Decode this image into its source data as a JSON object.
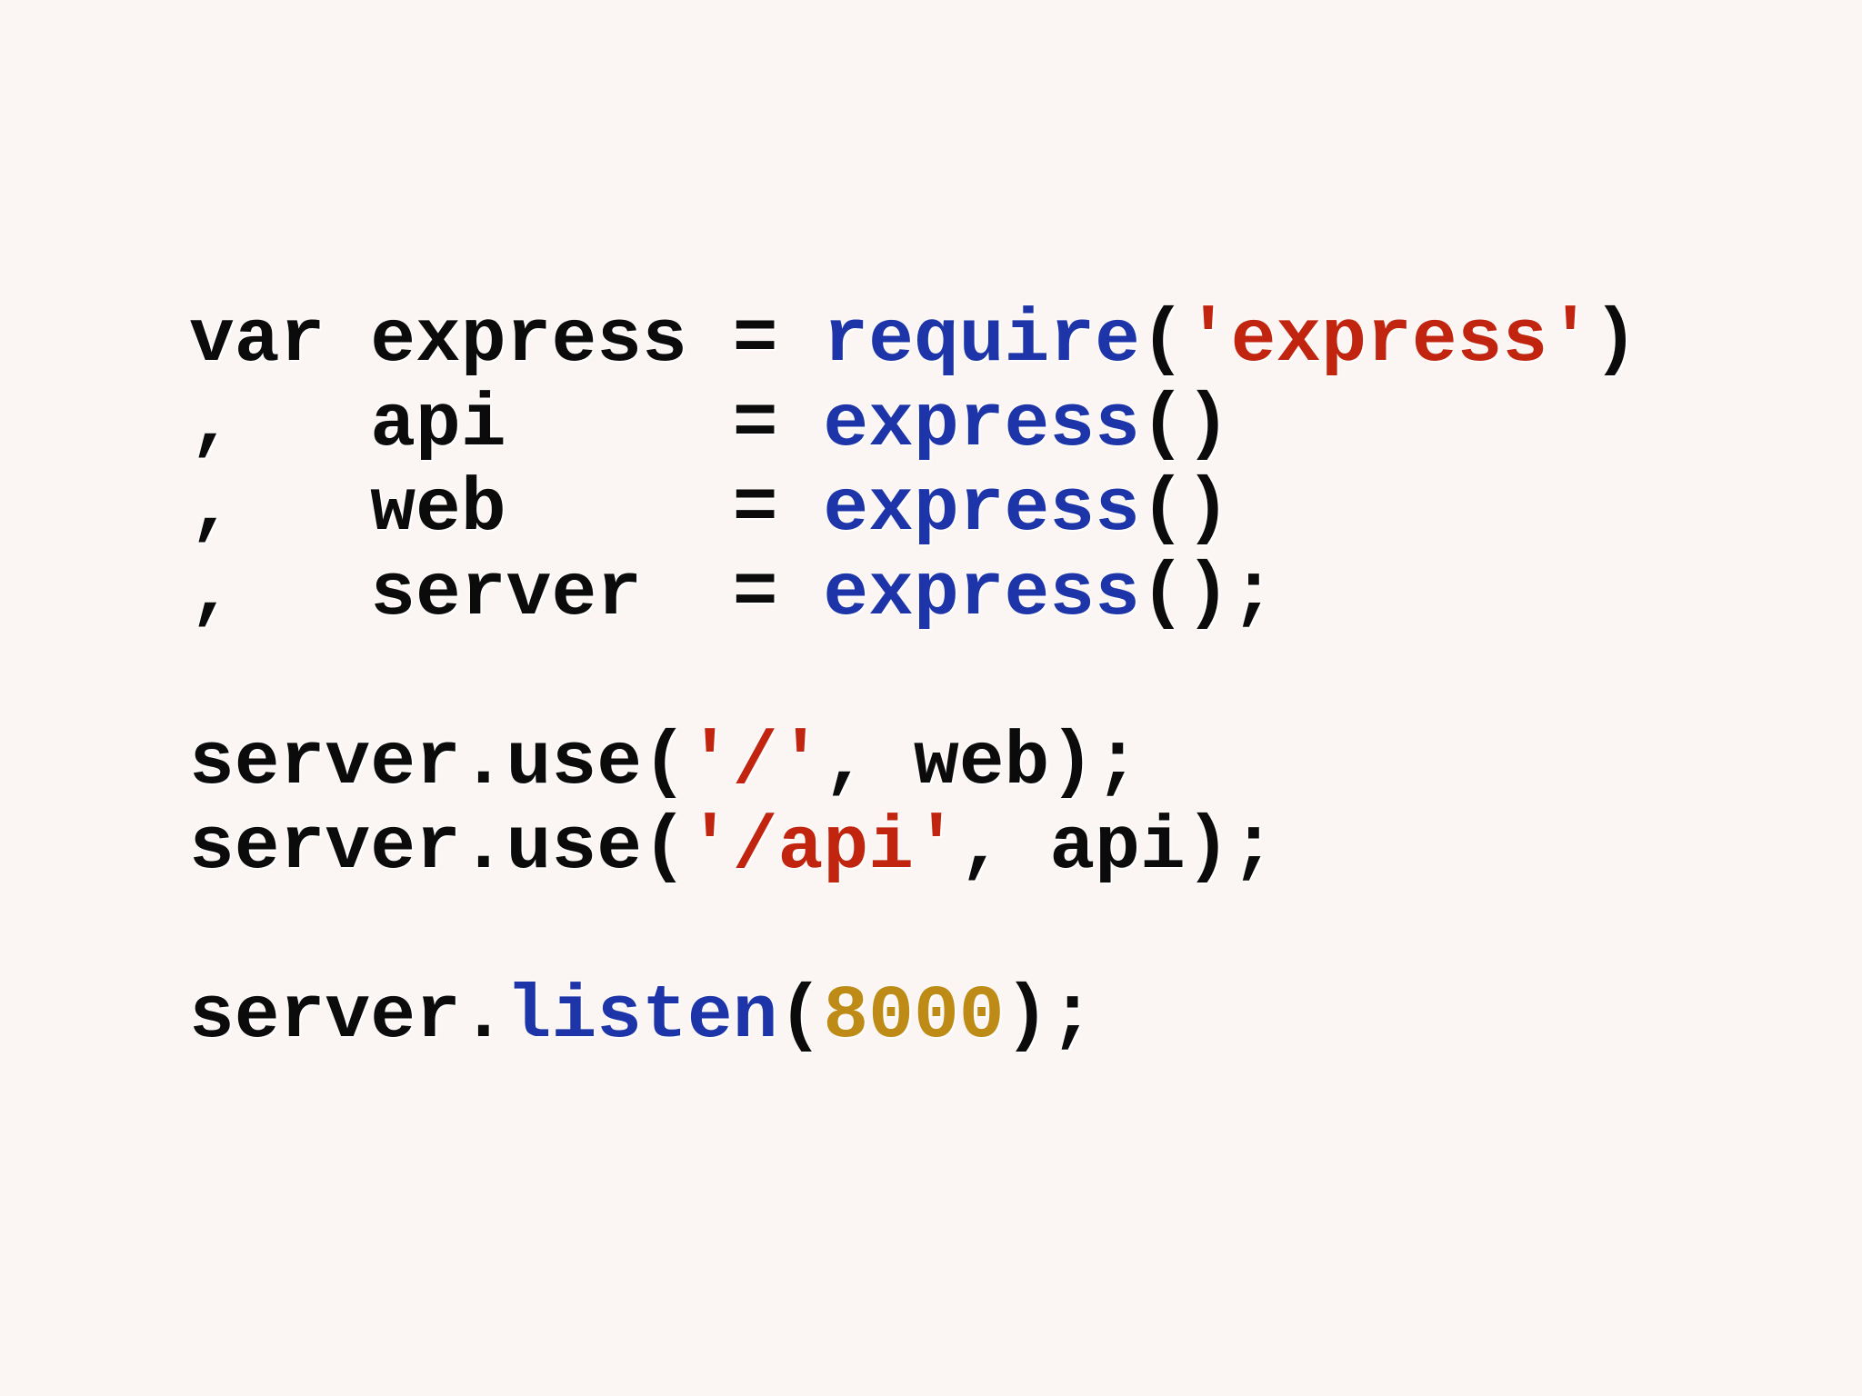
{
  "page": {
    "background": "#fbf6f3"
  },
  "colors": {
    "plain_text": "#0b0b0b",
    "function_call": "#1d35a8",
    "string_literal": "#c2250f",
    "number_literal": "#bd8b16"
  },
  "code": {
    "language": "javascript",
    "lines": [
      {
        "tokens": [
          {
            "text": "var express = ",
            "type": "plain"
          },
          {
            "text": "require",
            "type": "fn"
          },
          {
            "text": "(",
            "type": "plain"
          },
          {
            "text": "'express'",
            "type": "str"
          },
          {
            "text": ")",
            "type": "plain"
          }
        ]
      },
      {
        "tokens": [
          {
            "text": ",   api     = ",
            "type": "plain"
          },
          {
            "text": "express",
            "type": "fn"
          },
          {
            "text": "()",
            "type": "plain"
          }
        ]
      },
      {
        "tokens": [
          {
            "text": ",   web     = ",
            "type": "plain"
          },
          {
            "text": "express",
            "type": "fn"
          },
          {
            "text": "()",
            "type": "plain"
          }
        ]
      },
      {
        "tokens": [
          {
            "text": ",   server  = ",
            "type": "plain"
          },
          {
            "text": "express",
            "type": "fn"
          },
          {
            "text": "();",
            "type": "plain"
          }
        ]
      },
      {
        "tokens": []
      },
      {
        "tokens": [
          {
            "text": "server.use(",
            "type": "plain"
          },
          {
            "text": "'/'",
            "type": "str"
          },
          {
            "text": ", web);",
            "type": "plain"
          }
        ]
      },
      {
        "tokens": [
          {
            "text": "server.use(",
            "type": "plain"
          },
          {
            "text": "'/api'",
            "type": "str"
          },
          {
            "text": ", api);",
            "type": "plain"
          }
        ]
      },
      {
        "tokens": []
      },
      {
        "tokens": [
          {
            "text": "server.",
            "type": "plain"
          },
          {
            "text": "listen",
            "type": "fn"
          },
          {
            "text": "(",
            "type": "plain"
          },
          {
            "text": "8000",
            "type": "num"
          },
          {
            "text": ");",
            "type": "plain"
          }
        ]
      }
    ]
  }
}
